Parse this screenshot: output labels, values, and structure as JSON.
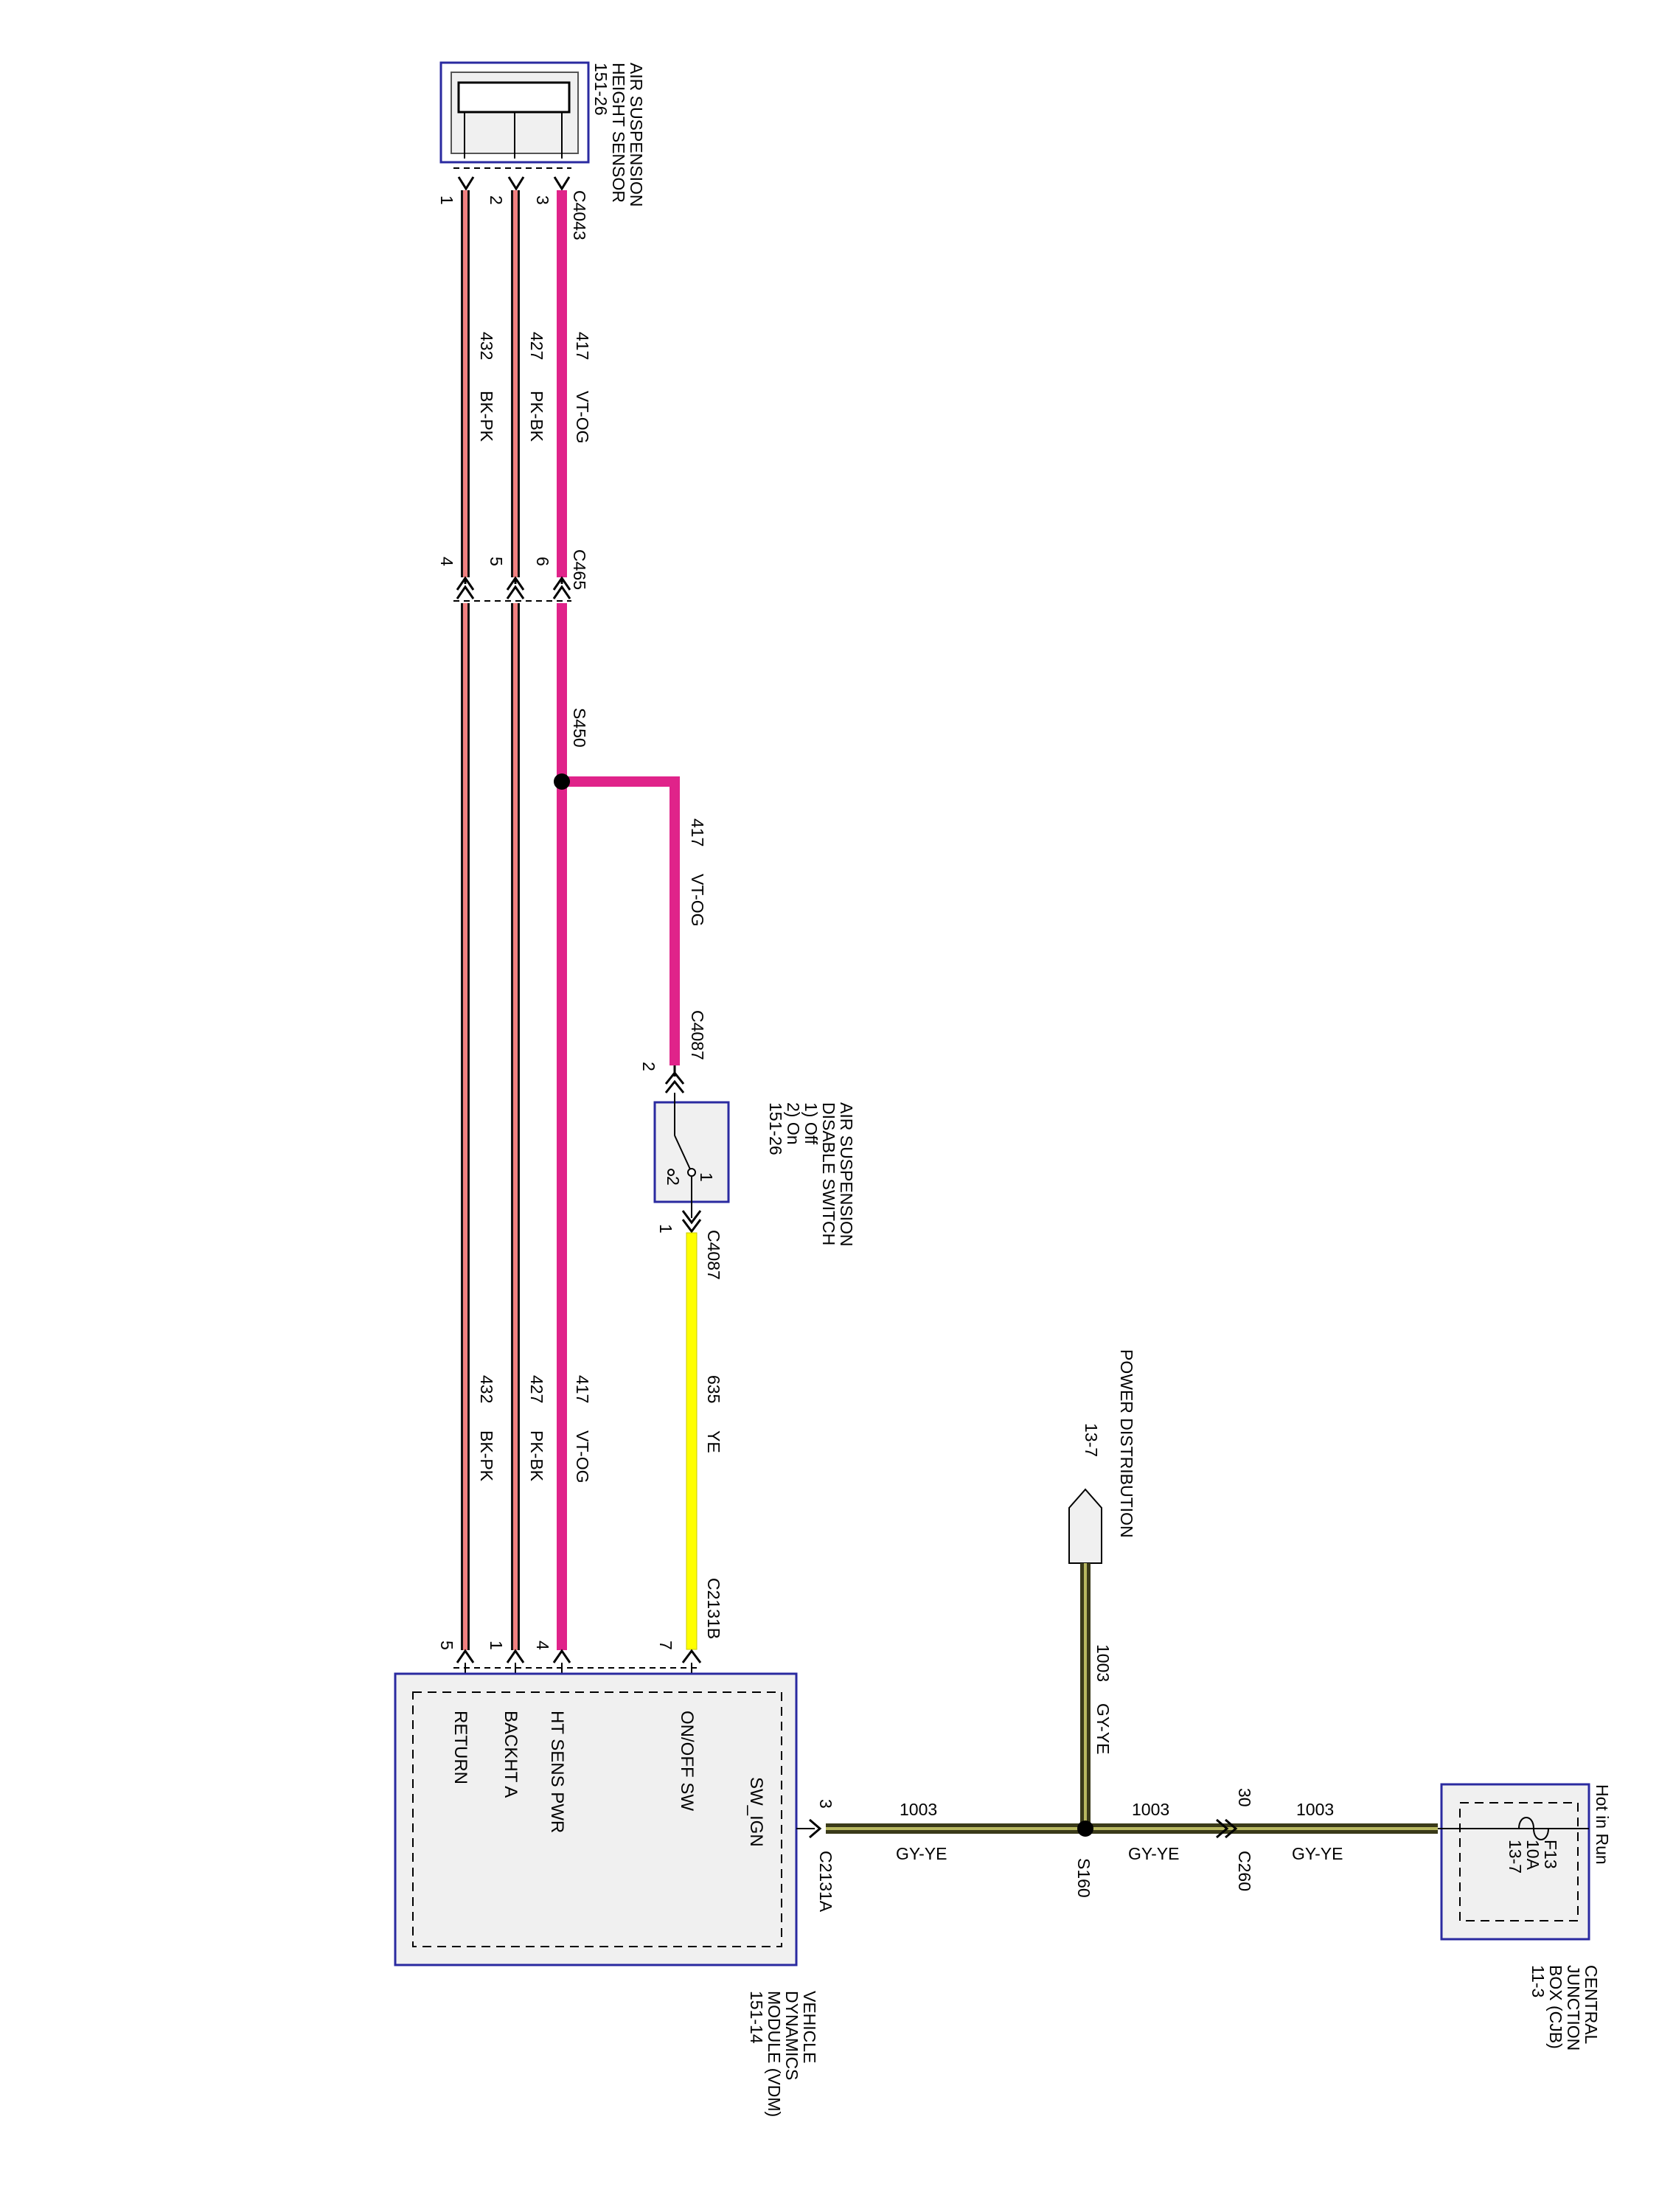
{
  "components": {
    "height_sensor": {
      "lines": [
        "AIR SUSPENSION",
        "HEIGHT SENSOR",
        "151-26"
      ]
    },
    "disable_switch": {
      "lines": [
        "AIR SUSPENSION",
        "DISABLE SWITCH",
        "1) Off",
        "2) On",
        "151-26"
      ],
      "pin1": "1",
      "pin2": "2"
    },
    "vdm": {
      "lines": [
        "VEHICLE",
        "DYNAMICS",
        "MODULE (VDM)",
        "151-14"
      ]
    },
    "cjb": {
      "lines": [
        "CENTRAL",
        "JUNCTION",
        "BOX (CJB)",
        "11-3"
      ]
    },
    "power_dist": {
      "lines": [
        "POWER DISTRIBUTION",
        "13-7"
      ]
    },
    "hot_in_run": "Hot in Run",
    "fuse": {
      "lines": [
        "F13",
        "10A",
        "13-7"
      ]
    }
  },
  "connectors": {
    "c4043": {
      "name": "C4043",
      "pins": [
        "1",
        "2",
        "3"
      ]
    },
    "c465": {
      "name": "C465",
      "pins": [
        "4",
        "5",
        "6"
      ]
    },
    "s450": "S450",
    "c4087_top": {
      "name": "C4087",
      "pin": "2"
    },
    "c4087_bot": {
      "name": "C4087",
      "pin": "1"
    },
    "c2131b": {
      "name": "C2131B",
      "pins": [
        "5",
        "1",
        "4",
        "7"
      ]
    },
    "c2131a": {
      "name": "C2131A",
      "pin": "3"
    },
    "s160": "S160",
    "c260": {
      "name": "C260",
      "pin": "30"
    }
  },
  "wires": {
    "w417": {
      "circuit": "417",
      "color": "VT-OG"
    },
    "w427": {
      "circuit": "427",
      "color": "PK-BK"
    },
    "w432": {
      "circuit": "432",
      "color": "BK-PK"
    },
    "w635": {
      "circuit": "635",
      "color": "YE"
    },
    "w1003": {
      "circuit": "1003",
      "color": "GY-YE"
    }
  },
  "vdm_pins": [
    "RETURN",
    "BACKHT A",
    "HT SENS PWR",
    "ON/OFF SW",
    "SW_IGN"
  ],
  "colors": {
    "violet_orange": "#e0238a",
    "pink": "#f08080",
    "black": "#111111",
    "yellow": "#ffff00",
    "gray_yellow": "#3a3a1a",
    "module_border": "#2a2aa0",
    "module_fill": "#f0f0f0"
  }
}
